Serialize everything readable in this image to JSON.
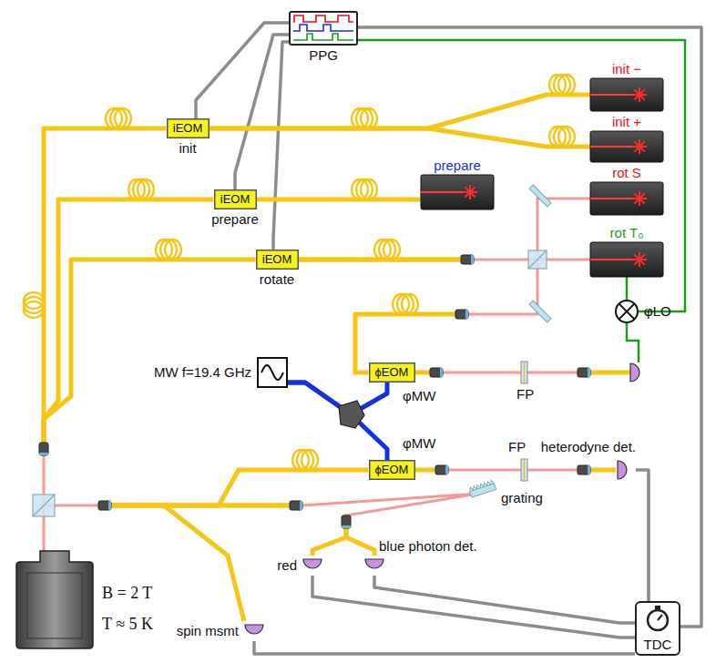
{
  "diagram": {
    "nodes": [
      {
        "text": [
          "PPG"
        ]
      },
      {
        "text": [
          "init −"
        ]
      },
      {
        "text": [
          "init +"
        ]
      },
      {
        "text": [
          "iEOM",
          "init"
        ]
      },
      {
        "text": [
          "prepare"
        ]
      },
      {
        "text": [
          "iEOM",
          "prepare"
        ]
      },
      {
        "text": [
          "rot S"
        ]
      },
      {
        "text": [
          "iEOM",
          "rotate"
        ]
      },
      {
        "text": [
          "rot T₀"
        ]
      },
      {
        "text": [
          "φLO"
        ]
      },
      {
        "text": [
          "MW f=19.4 GHz"
        ]
      },
      {
        "text": [
          "ϕEOM"
        ]
      },
      {
        "text": [
          "ϕEOM"
        ]
      },
      {
        "text": [
          "heterodyne det."
        ]
      },
      {
        "text": [
          "red"
        ]
      },
      {
        "text": [
          "blue photon det."
        ]
      },
      {
        "text": [
          "B = 2 T",
          "T ≈ 5 K"
        ]
      },
      {
        "text": [
          "spin msmt"
        ]
      },
      {
        "text": [
          "TDC"
        ]
      }
    ],
    "edges": [
      {
        "from": 0,
        "to": 3,
        "arrow": "none"
      },
      {
        "from": 0,
        "to": 5,
        "arrow": "none"
      },
      {
        "from": 0,
        "to": 7,
        "arrow": "none"
      },
      {
        "from": 0,
        "to": 18,
        "arrow": "none"
      },
      {
        "from": 0,
        "to": 9,
        "arrow": "none"
      },
      {
        "from": 1,
        "to": 3,
        "arrow": "none"
      },
      {
        "from": 2,
        "to": 3,
        "arrow": "none"
      },
      {
        "from": 4,
        "to": 5,
        "arrow": "none"
      },
      {
        "from": 6,
        "to": 7,
        "arrow": "none"
      },
      {
        "from": 8,
        "to": 7,
        "arrow": "none"
      },
      {
        "from": 6,
        "to": 11,
        "arrow": "none"
      },
      {
        "from": 8,
        "to": 9,
        "arrow": "none"
      },
      {
        "from": 10,
        "to": 11,
        "arrow": "none"
      },
      {
        "from": 10,
        "to": 12,
        "arrow": "none"
      },
      {
        "from": 12,
        "to": 13,
        "arrow": "none"
      },
      {
        "from": 3,
        "to": 16,
        "arrow": "none"
      },
      {
        "from": 5,
        "to": 16,
        "arrow": "none"
      },
      {
        "from": 7,
        "to": 16,
        "arrow": "none"
      },
      {
        "from": 16,
        "to": 12,
        "arrow": "none"
      },
      {
        "from": 16,
        "to": 14,
        "arrow": "none"
      },
      {
        "from": 16,
        "to": 15,
        "arrow": "none"
      },
      {
        "from": 16,
        "to": 17,
        "arrow": "none"
      },
      {
        "from": 13,
        "to": 18,
        "arrow": "none"
      },
      {
        "from": 14,
        "to": 18,
        "arrow": "none"
      },
      {
        "from": 15,
        "to": 18,
        "arrow": "none"
      },
      {
        "from": 17,
        "to": 18,
        "arrow": "none"
      }
    ],
    "labels": [
      "FP",
      "FP",
      "grating",
      "φMW",
      "φMW"
    ]
  }
}
